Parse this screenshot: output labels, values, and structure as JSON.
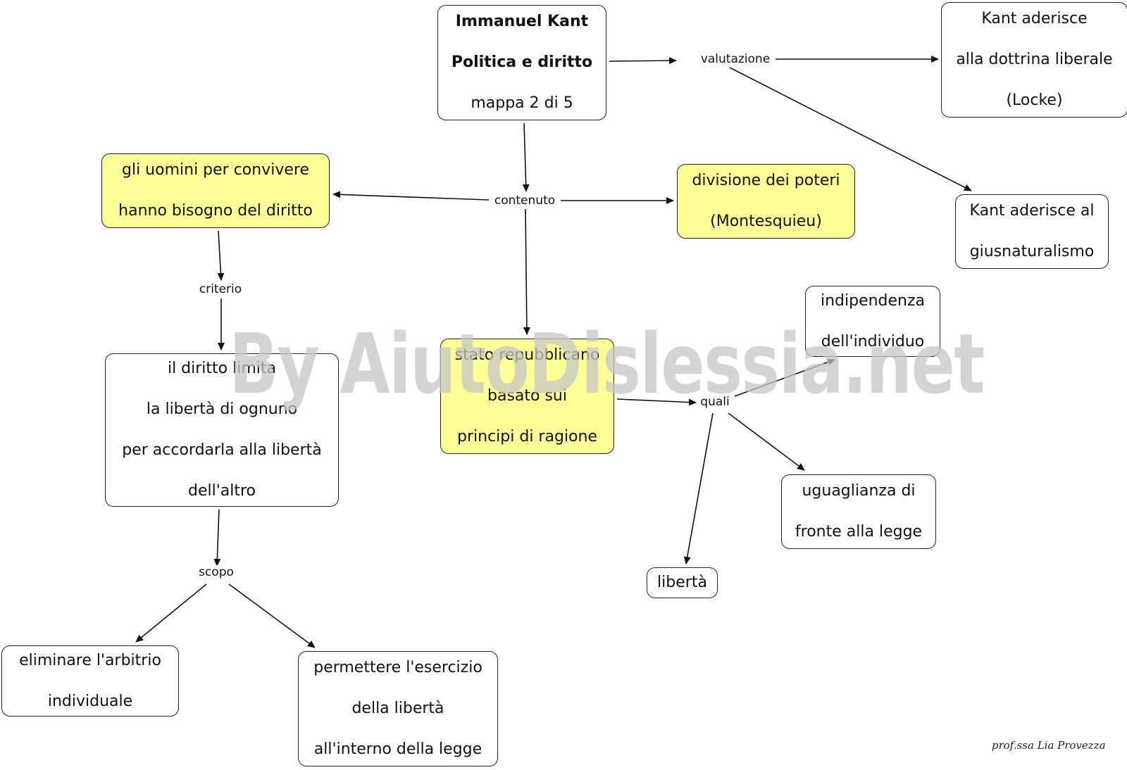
{
  "nodes": {
    "title": {
      "lines": [
        "Immanuel Kant",
        "Politica e diritto",
        "mappa 2 di 5"
      ]
    },
    "locke": {
      "lines": [
        "Kant aderisce",
        "alla dottrina liberale",
        "(Locke)"
      ]
    },
    "giusnaturalismo": {
      "lines": [
        "Kant aderisce al",
        "giusnaturalismo"
      ]
    },
    "uomini": {
      "lines": [
        "gli uomini per convivere",
        "hanno bisogno del diritto"
      ]
    },
    "divisione": {
      "lines": [
        "divisione dei poteri",
        "(Montesquieu)"
      ]
    },
    "diritto_limita": {
      "lines": [
        "il diritto limita",
        "la libertà di ognuno",
        "per accordarla alla libertà",
        "dell'altro"
      ]
    },
    "stato": {
      "lines": [
        "stato repubblicano",
        "basato sui",
        "principi di ragione"
      ]
    },
    "indipendenza": {
      "lines": [
        "indipendenza",
        "dell'individuo"
      ]
    },
    "uguaglianza": {
      "lines": [
        "uguaglianza di",
        "fronte alla legge"
      ]
    },
    "liberta": {
      "lines": [
        "libertà"
      ]
    },
    "arbitrio": {
      "lines": [
        "eliminare l'arbitrio",
        "individuale"
      ]
    },
    "esercizio": {
      "lines": [
        "permettere l'esercizio",
        "della libertà",
        "all'interno della legge"
      ]
    }
  },
  "links": {
    "valutazione": "valutazione",
    "contenuto": "contenuto",
    "criterio": "criterio",
    "quali": "quali",
    "scopo": "scopo"
  },
  "watermark": "By AiutoDislessia.net",
  "signature": "prof.ssa Lia Provezza",
  "colors": {
    "highlight": "#ffff99",
    "stroke": "#222222",
    "watermark": "#c6c6c6"
  }
}
